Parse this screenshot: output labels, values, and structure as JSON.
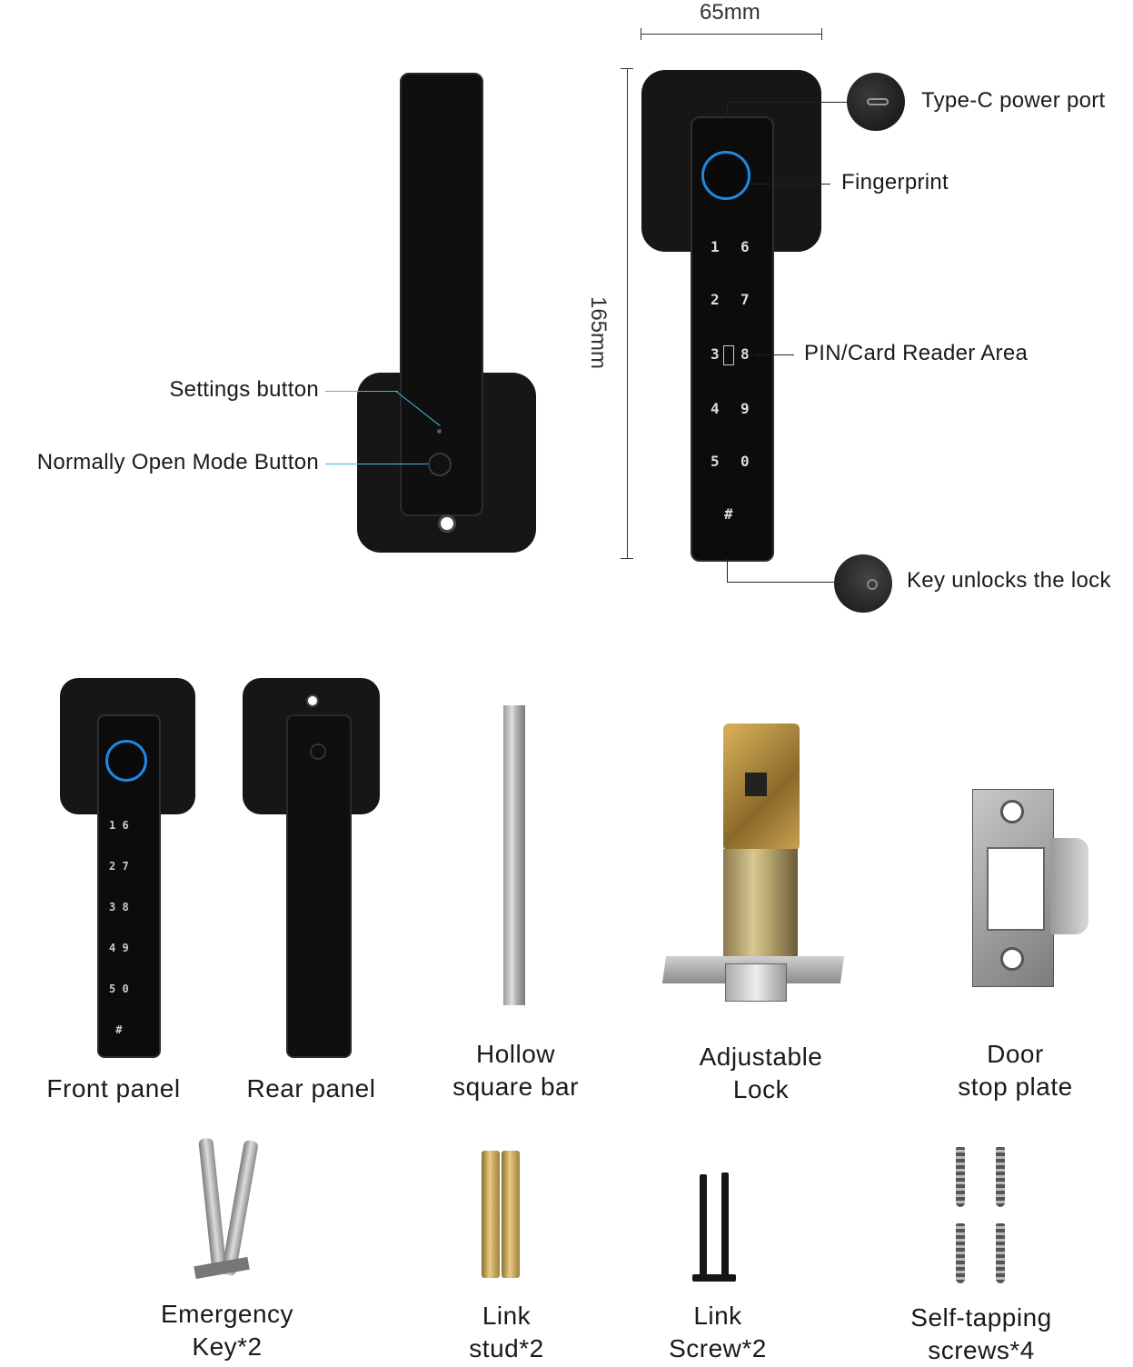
{
  "dimensions": {
    "width_label": "65mm",
    "height_label": "165mm"
  },
  "callouts": {
    "settings_button": "Settings button",
    "normally_open_button": "Normally Open Mode Button",
    "type_c_port": "Type-C power port",
    "fingerprint": "Fingerprint",
    "pin_card_reader": "PIN/Card Reader Area",
    "key_unlocks": "Key unlocks the lock"
  },
  "keypad": {
    "left": [
      "1",
      "2",
      "3",
      "4",
      "5"
    ],
    "right": [
      "6",
      "7",
      "8",
      "9",
      "0"
    ],
    "hash": "#"
  },
  "parts_row1": [
    {
      "line1": "Front panel",
      "line2": ""
    },
    {
      "line1": "Rear panel",
      "line2": ""
    },
    {
      "line1": "Hollow",
      "line2": "square bar"
    },
    {
      "line1": "Adjustable",
      "line2": "Lock"
    },
    {
      "line1": "Door",
      "line2": "stop plate"
    }
  ],
  "parts_row2": [
    {
      "line1": "Emergency",
      "line2": "Key*2"
    },
    {
      "line1": "Link",
      "line2": "stud*2"
    },
    {
      "line1": "Link",
      "line2": "Screw*2"
    },
    {
      "line1": "Self-tapping",
      "line2": "screws*4"
    }
  ],
  "colors": {
    "body": "#141414",
    "fingerprint_ring": "#1e88e5",
    "leader_line": "#4bb3e0"
  }
}
